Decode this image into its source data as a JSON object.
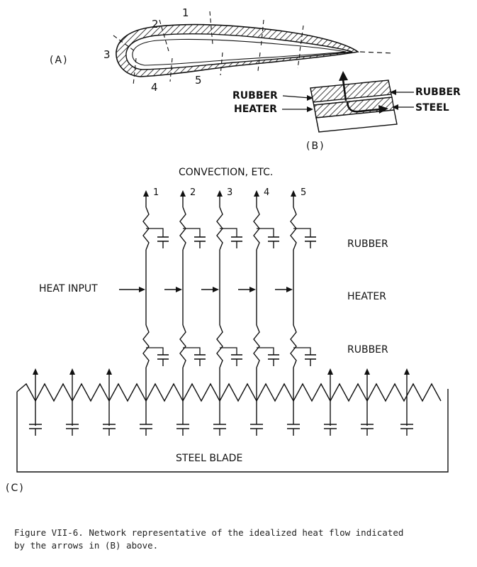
{
  "figure": {
    "panel_a": {
      "label": "(A)",
      "station_numbers": [
        "1",
        "2",
        "3",
        "4",
        "5"
      ]
    },
    "panel_b": {
      "label": "(B)",
      "rubber_left": "RUBBER",
      "heater": "HEATER",
      "rubber_right": "RUBBER",
      "steel": "STEEL"
    },
    "panel_c": {
      "label": "(C)",
      "top_title": "CONVECTION, ETC.",
      "node_numbers": [
        "1",
        "2",
        "3",
        "4",
        "5"
      ],
      "heat_input": "HEAT INPUT",
      "layer_top": "RUBBER",
      "layer_middle": "HEATER",
      "layer_bottom": "RUBBER",
      "steel_blade": "STEEL BLADE"
    }
  },
  "caption": {
    "line1": "Figure VII-6.  Network representative of the idealized heat flow indicated",
    "line2": "by the arrows in (B) above."
  }
}
